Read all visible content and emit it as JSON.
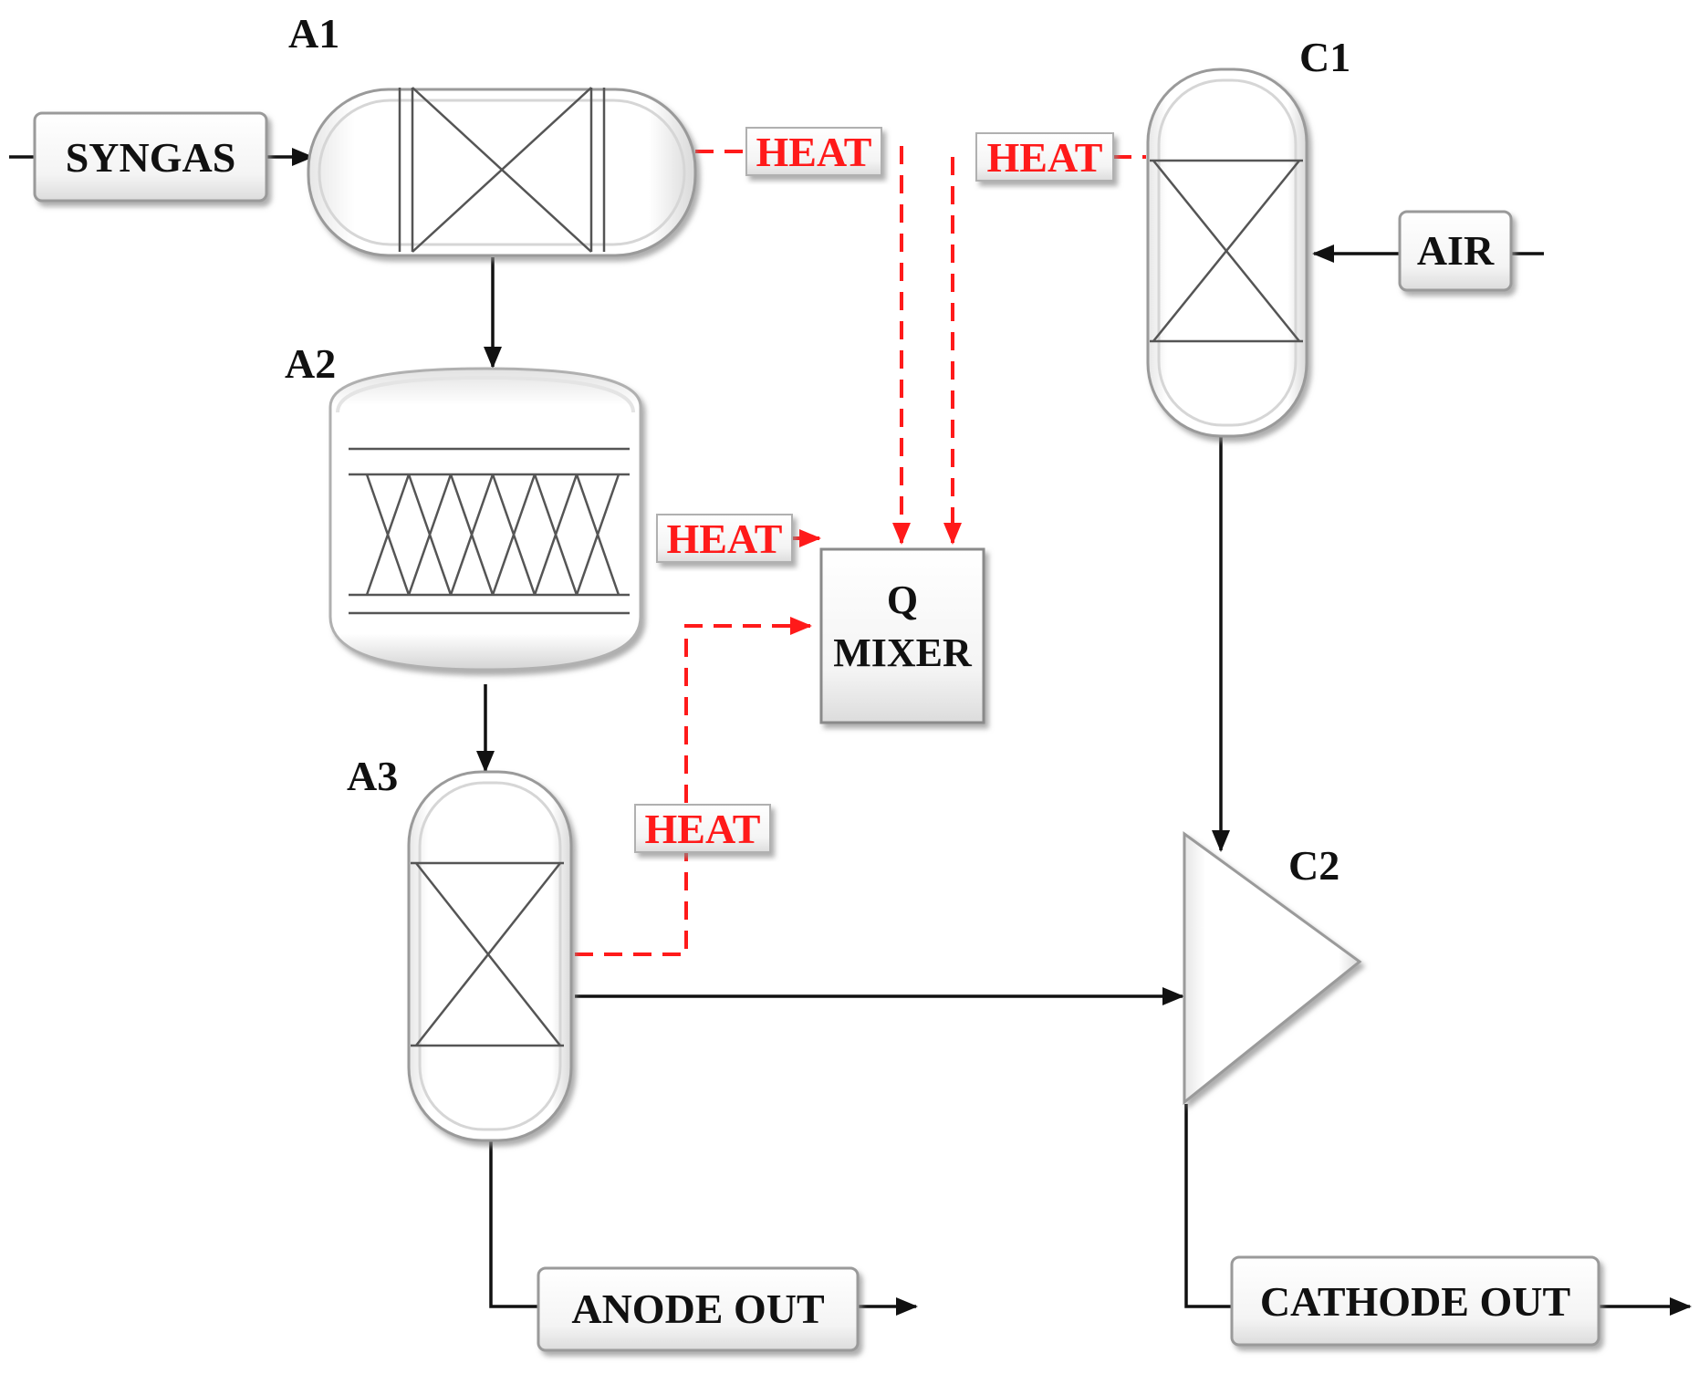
{
  "units": {
    "a1": "A1",
    "a2": "A2",
    "a3": "A3",
    "c1": "C1",
    "c2": "C2"
  },
  "streams": {
    "syngas": "SYNGAS",
    "air": "AIR",
    "anode_out": "ANODE OUT",
    "cathode_out": "CATHODE OUT"
  },
  "heat": {
    "a1": "HEAT",
    "c1": "HEAT",
    "a2": "HEAT",
    "a3": "HEAT"
  },
  "mixer": {
    "line1": "Q",
    "line2": "MIXER"
  },
  "colors": {
    "material_stream": "#111111",
    "heat_stream": "#ff1a1a"
  }
}
